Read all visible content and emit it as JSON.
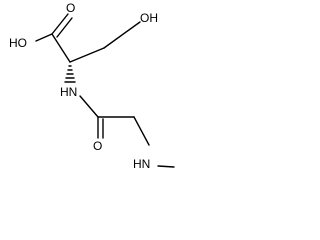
{
  "molecule": {
    "atoms": {
      "oh_acid": "HO",
      "o_acid": "O",
      "oh_side": "OH",
      "nh_amide": "HN",
      "o_amide": "O",
      "nh_amine": "HN"
    },
    "colors": {
      "bond": "#000000",
      "text": "#000000",
      "background": "#ffffff"
    }
  }
}
